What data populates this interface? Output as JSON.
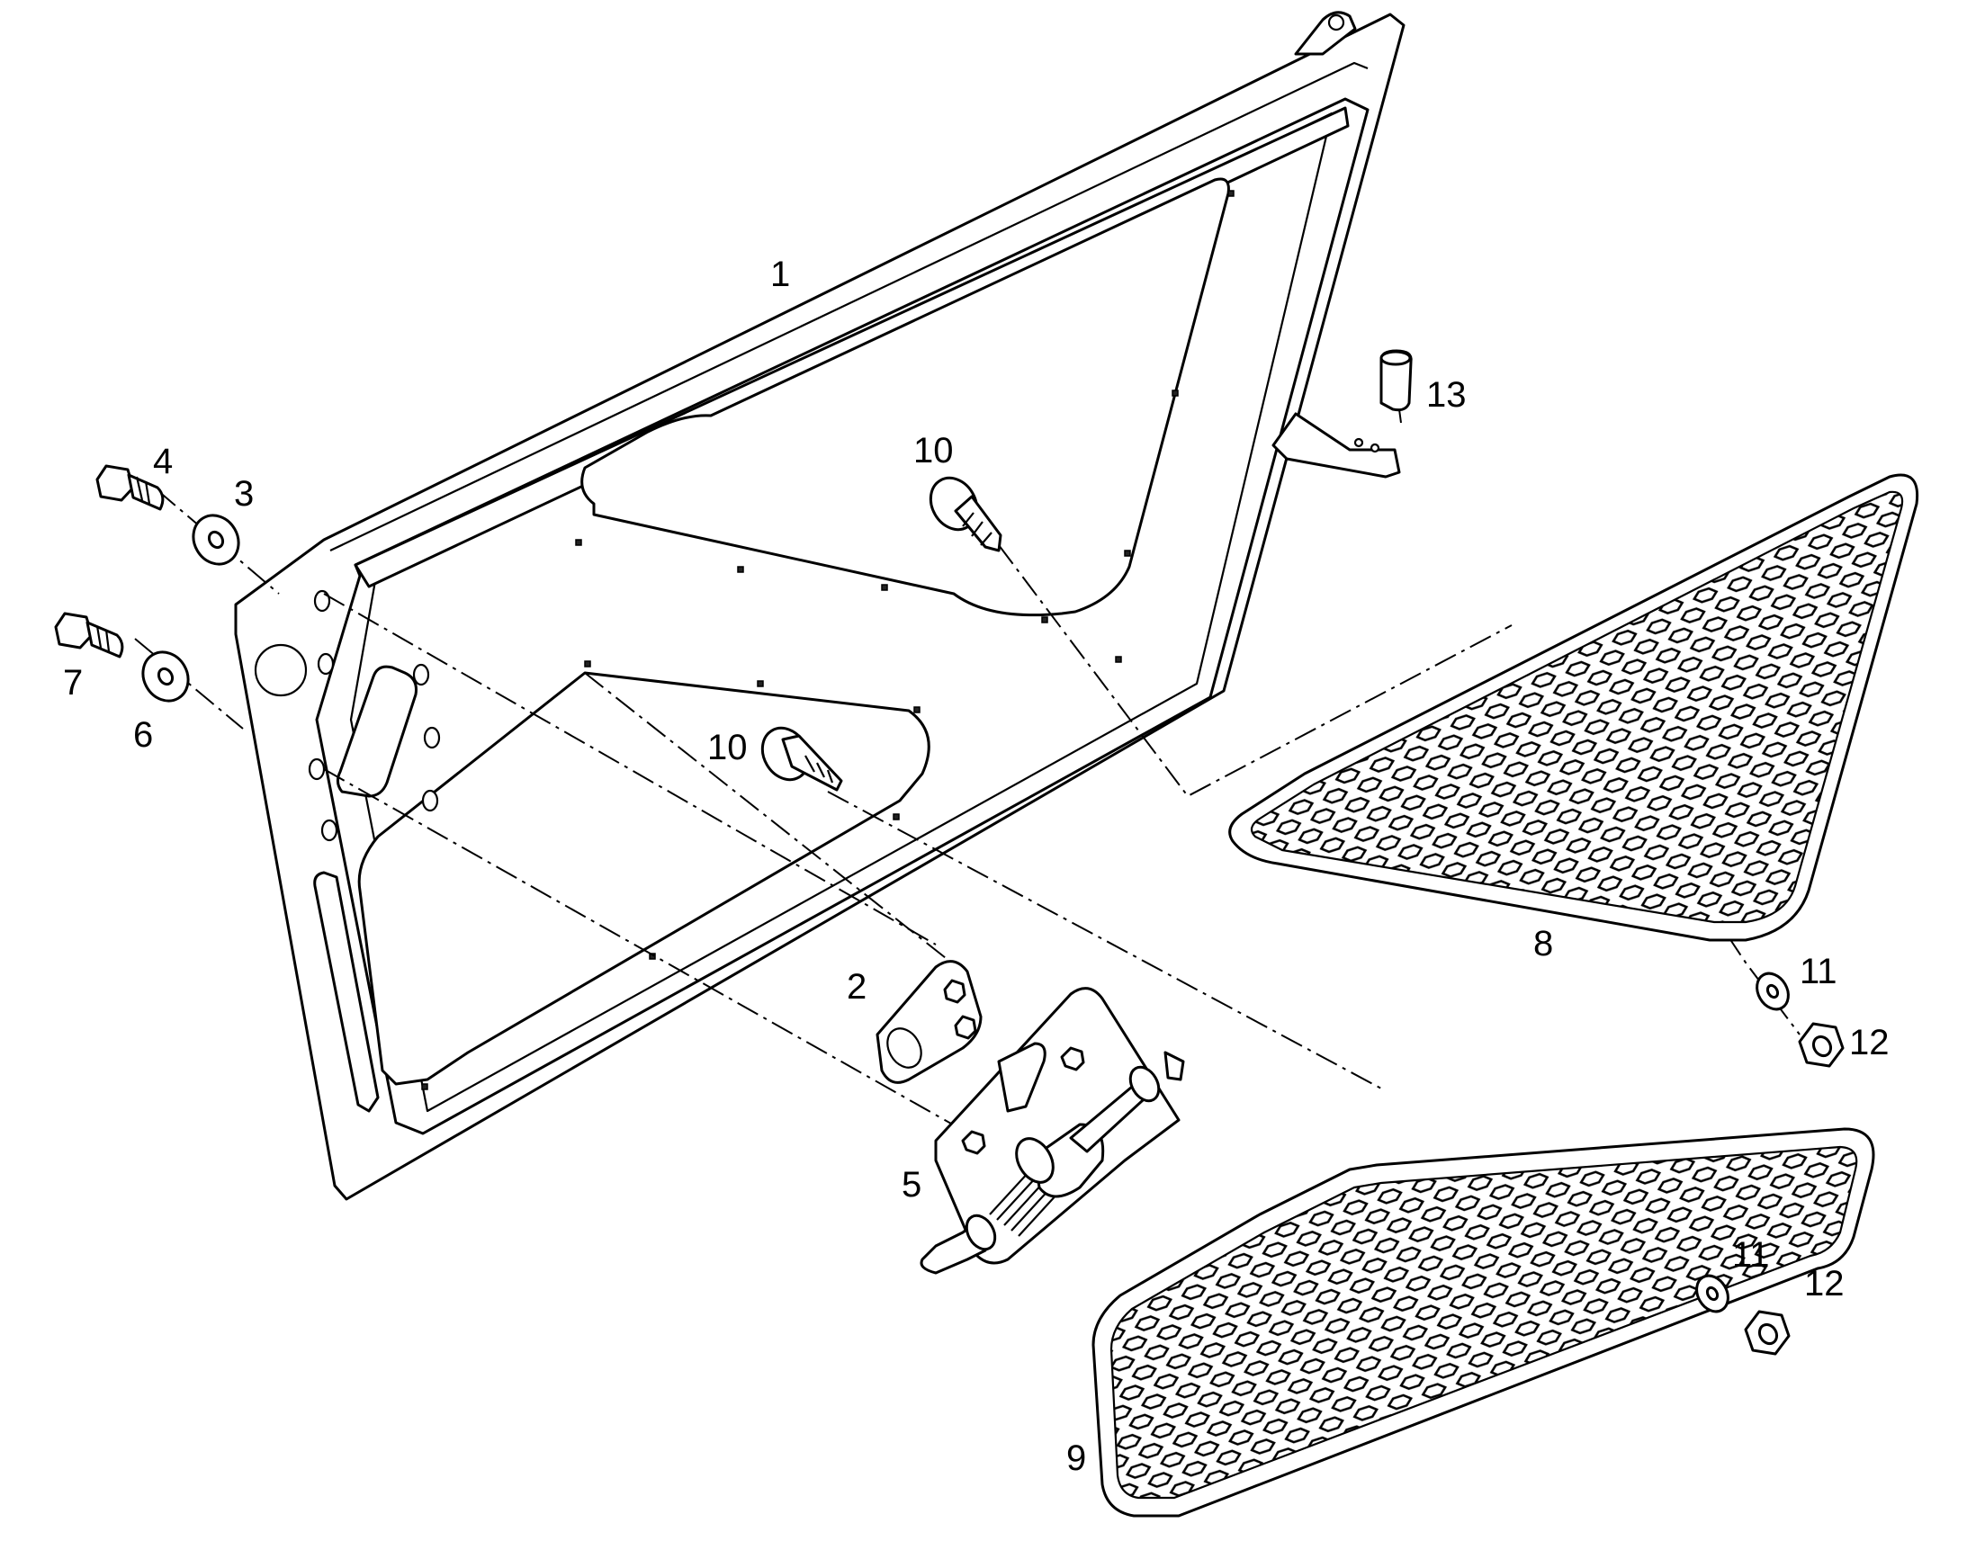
{
  "callouts": [
    {
      "id": "1",
      "label": "1"
    },
    {
      "id": "2",
      "label": "2"
    },
    {
      "id": "3",
      "label": "3"
    },
    {
      "id": "4",
      "label": "4"
    },
    {
      "id": "5",
      "label": "5"
    },
    {
      "id": "6",
      "label": "6"
    },
    {
      "id": "7",
      "label": "7"
    },
    {
      "id": "8",
      "label": "8"
    },
    {
      "id": "9",
      "label": "9"
    },
    {
      "id": "10a",
      "label": "10"
    },
    {
      "id": "10b",
      "label": "10"
    },
    {
      "id": "11a",
      "label": "11"
    },
    {
      "id": "11b",
      "label": "11"
    },
    {
      "id": "12a",
      "label": "12"
    },
    {
      "id": "12b",
      "label": "12"
    },
    {
      "id": "13",
      "label": "13"
    }
  ]
}
